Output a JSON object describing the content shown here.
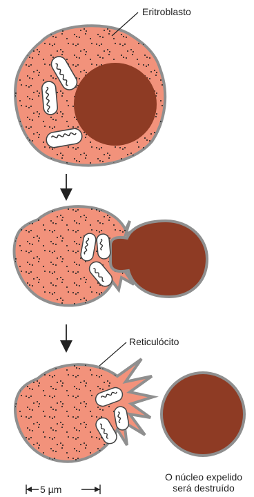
{
  "labels": {
    "erythroblast": "Eritroblasto",
    "reticulocyte": "Reticulócito",
    "expelled_nucleus_line1": "O núcleo expelido",
    "expelled_nucleus_line2": "será destruído",
    "scale_bar": "5 µm"
  },
  "colors": {
    "cytoplasm": "#f2927b",
    "nucleus": "#8e3b24",
    "membrane": "#8f8f8f",
    "mitochondrion_fill": "#ffffff",
    "mitochondrion_crista": "#333333",
    "ribosome_dots": "#222222",
    "arrow": "#222222"
  }
}
